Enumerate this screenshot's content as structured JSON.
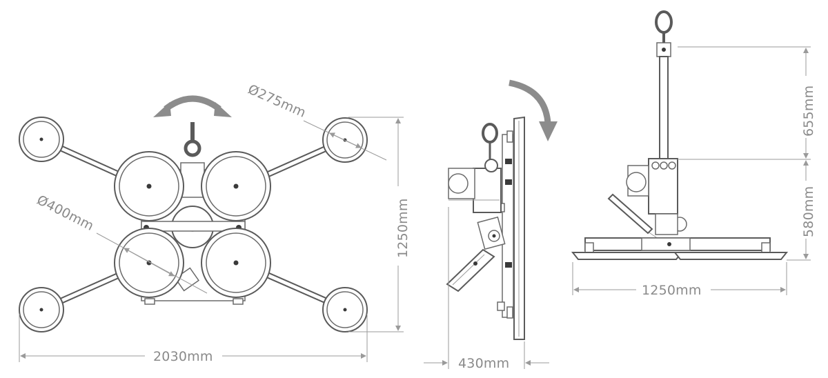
{
  "dimensions": {
    "cup_small_diameter": "Ø275mm",
    "cup_large_diameter": "Ø400mm",
    "front_height": "1250mm",
    "front_width": "2030mm",
    "side_depth": "430mm",
    "rear_upper_height": "655mm",
    "rear_lower_height": "580mm",
    "rear_width": "1250mm"
  },
  "colors": {
    "line": "#5a5a5a",
    "dimension_line": "#9a9a9a",
    "arrow": "#8c8c8c",
    "text": "#8a8a8a"
  },
  "icons": {
    "rotate_arrow": "double-headed-curved-arrow",
    "tilt_arrow": "curved-arrow-down"
  }
}
